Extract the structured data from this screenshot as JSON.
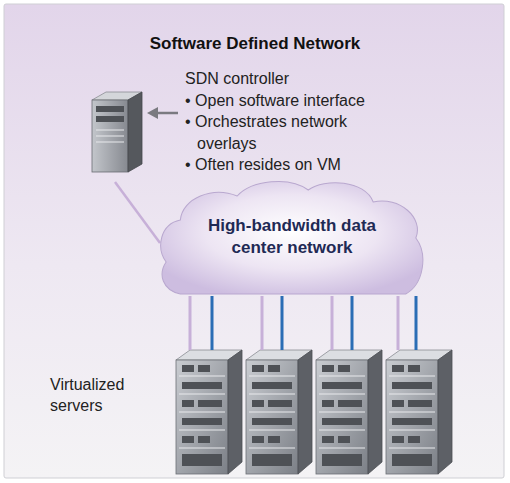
{
  "diagram": {
    "title": "Software Defined Network",
    "nodes": [
      {
        "text": [
          "SDN controller",
          "• Open software interface",
          "• Orchestrates network overlays",
          "• Often resides on VM"
        ]
      },
      {
        "text": [
          "High-bandwidth data center network"
        ]
      },
      {
        "text": [
          "Virtualized servers"
        ]
      }
    ],
    "edges": [
      {
        "from": 0,
        "to": 1,
        "arrow": "none"
      },
      {
        "from": 1,
        "to": 2,
        "arrow": "none"
      },
      {
        "from": 1,
        "to": 2,
        "arrow": "none"
      },
      {
        "from": 1,
        "to": 2,
        "arrow": "none"
      },
      {
        "from": 1,
        "to": 2,
        "arrow": "none"
      },
      {
        "from": 1,
        "to": 2,
        "arrow": "none"
      },
      {
        "from": 1,
        "to": 2,
        "arrow": "none"
      },
      {
        "from": 1,
        "to": 2,
        "arrow": "none"
      },
      {
        "from": 1,
        "to": 2,
        "arrow": "none"
      }
    ]
  }
}
